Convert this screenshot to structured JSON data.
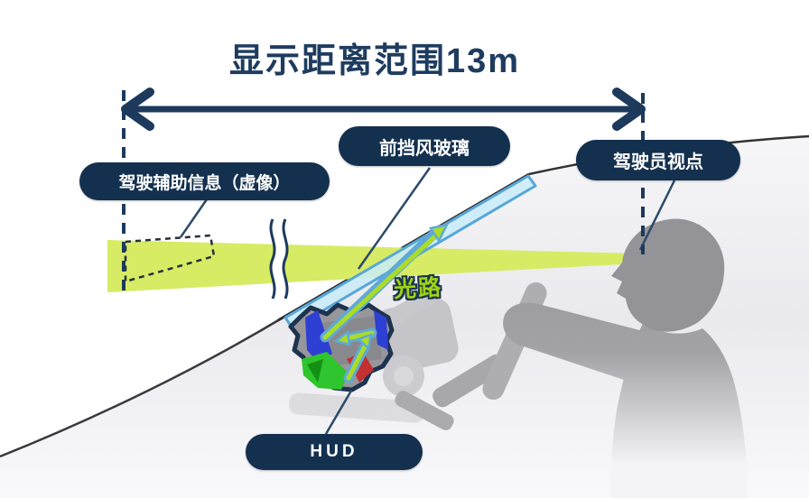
{
  "title": "显示距离范围13m",
  "callouts": {
    "virtual_image": "驾驶辅助信息（虚像）",
    "windshield": "前挡风玻璃",
    "driver_viewpoint": "驾驶员视点",
    "hud": "HUD"
  },
  "annotations": {
    "light_path": "光路"
  },
  "colors": {
    "navy": "#16304f",
    "title_navy": "#1e3c60",
    "beam_green": "#d7eb65",
    "light_path_green": "#a8dc28",
    "light_path_outline_blue": "#5fa9d8",
    "windshield_blue": "#c9ecf8",
    "silhouette_gray": "#9a9a9e",
    "label_text_white": "#ffffff",
    "hud_mirror_blue": "#2e3fd4",
    "hud_pgu_green": "#2ec52e",
    "hud_red": "#c43030"
  }
}
